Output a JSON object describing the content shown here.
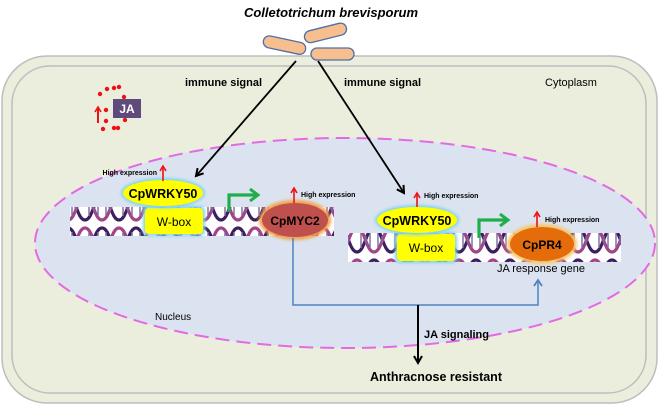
{
  "title": "Colletotrichum brevisporum",
  "labels": {
    "immune_signal_left": "immune signal",
    "immune_signal_right": "immune signal",
    "cytoplasm": "Cytoplasm",
    "nucleus": "Nucleus",
    "ja": "JA",
    "ja_signaling": "JA signaling",
    "outcome": "Anthracnose resistant",
    "ja_response_gene": "JA response gene"
  },
  "left_module": {
    "tf": "CpWRKY50",
    "tf_expression": "High expression",
    "box": "W-box",
    "target": "CpMYC2",
    "target_expression": "High expression"
  },
  "right_module": {
    "tf": "CpWRKY50",
    "tf_expression": "High expression",
    "box": "W-box",
    "target": "CpPR4",
    "target_expression": "High expression"
  },
  "colors": {
    "cell_fill": "#ebeedd",
    "cell_border": "#bdbdbd",
    "nucleus_fill": "#dce3f0",
    "nucleus_border": "#e36ae3",
    "fungus_fill": "#f7bf8e",
    "fungus_stroke": "#4f6fa8",
    "ja_box": "#604a7b",
    "red": "#ee1111",
    "tf_fill": "#ffff00",
    "tf_glow": "#7fd3ee",
    "myc_fill": "#c0504d",
    "pr4_fill": "#e46c0a",
    "green_arrow": "#1fae4b",
    "blue_line": "#4f81bd",
    "dna_dark": "#3b1f5e",
    "dna_light": "#a0458a"
  }
}
